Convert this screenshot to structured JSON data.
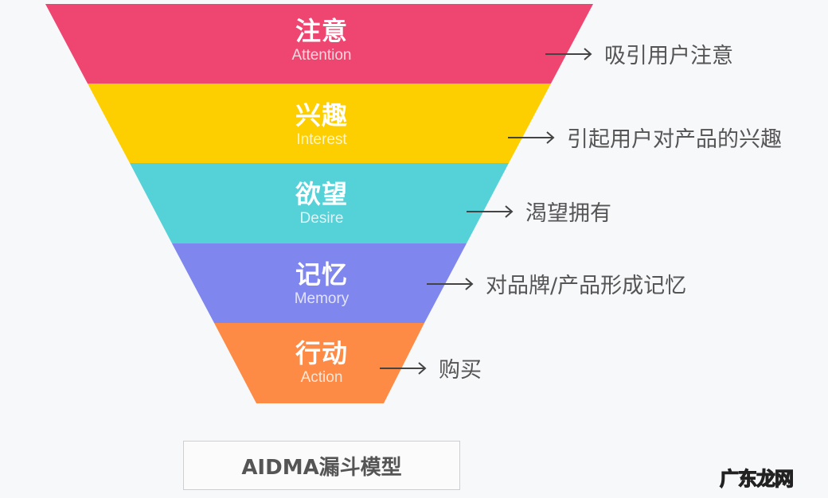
{
  "diagram": {
    "title": "AIDMA漏斗模型",
    "layers": [
      {
        "cn": "注意",
        "en": "Attention",
        "desc": "吸引用户注意",
        "color": "#ee4670"
      },
      {
        "cn": "兴趣",
        "en": "Interest",
        "desc": "引起用户对产品的兴趣",
        "color": "#fecf00"
      },
      {
        "cn": "欲望",
        "en": "Desire",
        "desc": "渴望拥有",
        "color": "#55d1d8"
      },
      {
        "cn": "记忆",
        "en": "Memory",
        "desc": "对品牌/产品形成记忆",
        "color": "#7f86ed"
      },
      {
        "cn": "行动",
        "en": "Action",
        "desc": "购买",
        "color": "#fd8b45"
      }
    ],
    "arrow_icon": "right-arrow-icon"
  },
  "watermark": "广东龙网",
  "colors": {
    "background": "#f7f8fa",
    "text_dark": "#555555",
    "arrow": "#444444"
  }
}
